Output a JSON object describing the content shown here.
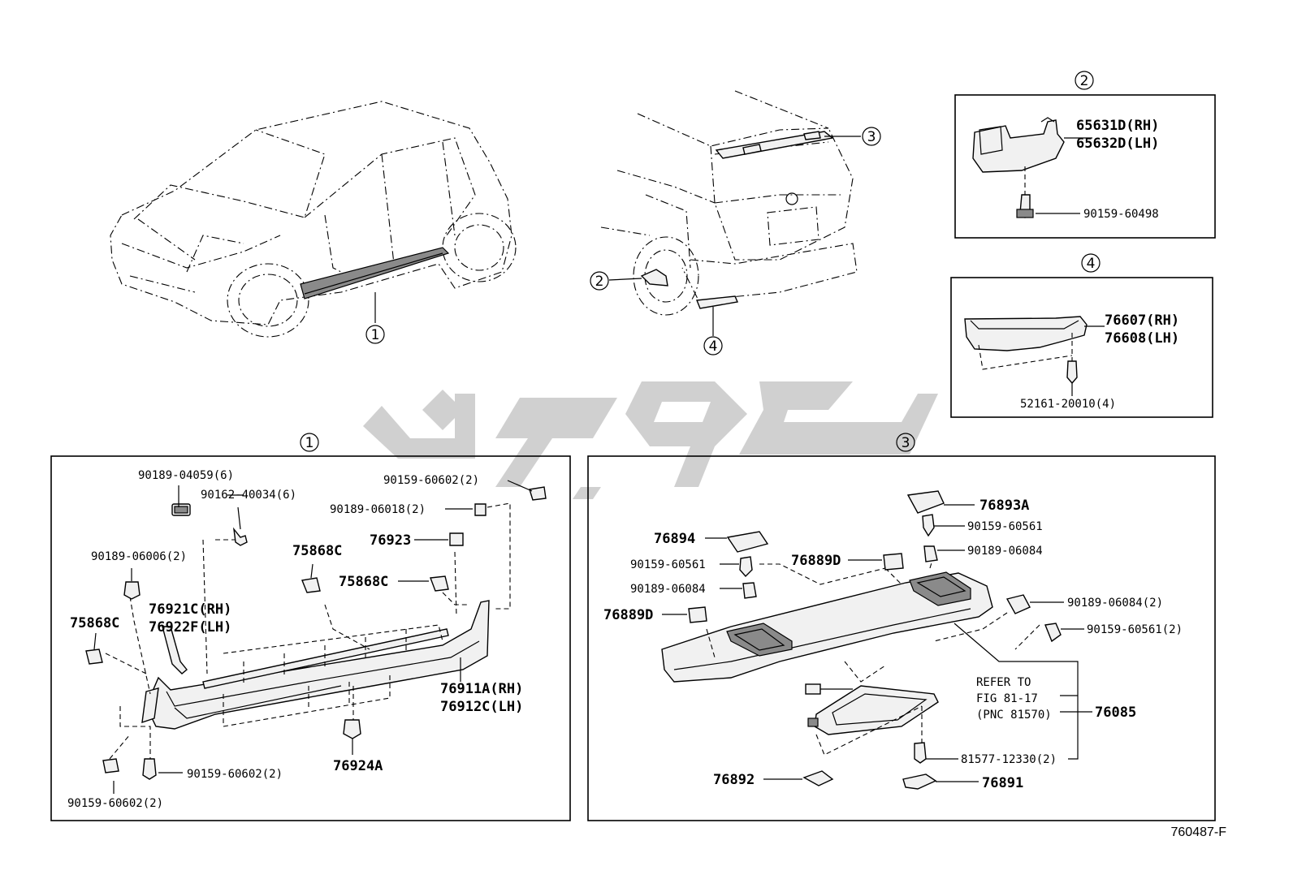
{
  "figure_code": "760487-F",
  "callouts": {
    "c1": "1",
    "c2": "2",
    "c3": "3",
    "c4": "4"
  },
  "detail_1": {
    "parts": {
      "p90189_04059": "90189-04059(6)",
      "p90162_40034": "90162-40034(6)",
      "p90159_60602_top": "90159-60602(2)",
      "p90189_06018": "90189-06018(2)",
      "p90189_06006": "90189-06006(2)",
      "p75868c_a": "75868C",
      "p76923": "76923",
      "p75868c_b": "75868C",
      "p76921c": "76921C(RH)",
      "p76922f": "76922F(LH)",
      "p75868c_c": "75868C",
      "p76911a": "76911A(RH)",
      "p76912c": "76912C(LH)",
      "p90159_60602_mid": "90159-60602(2)",
      "p76924a": "76924A",
      "p90159_60602_bot": "90159-60602(2)"
    }
  },
  "detail_2": {
    "parts": {
      "p65631d": "65631D(RH)",
      "p65632d": "65632D(LH)",
      "p90159_60498": "90159-60498"
    }
  },
  "detail_3": {
    "parts": {
      "p76893a": "76893A",
      "p90159_60561_a": "90159-60561",
      "p90189_06084_a": "90189-06084",
      "p76894": "76894",
      "p90159_60561_b": "90159-60561",
      "p90189_06084_b": "90189-06084",
      "p76889d_a": "76889D",
      "p76889d_b": "76889D",
      "p90189_06084_c": "90189-06084(2)",
      "p90159_60561_c": "90159-60561(2)",
      "refer_1": "REFER TO",
      "refer_2": "FIG 81-17",
      "refer_3": "(PNC 81570)",
      "p76085": "76085",
      "p81577": "81577-12330(2)",
      "p76892": "76892",
      "p76891": "76891"
    }
  },
  "detail_4": {
    "parts": {
      "p76607": "76607(RH)",
      "p76608": "76608(LH)",
      "p52161": "52161-20010(4)"
    }
  }
}
